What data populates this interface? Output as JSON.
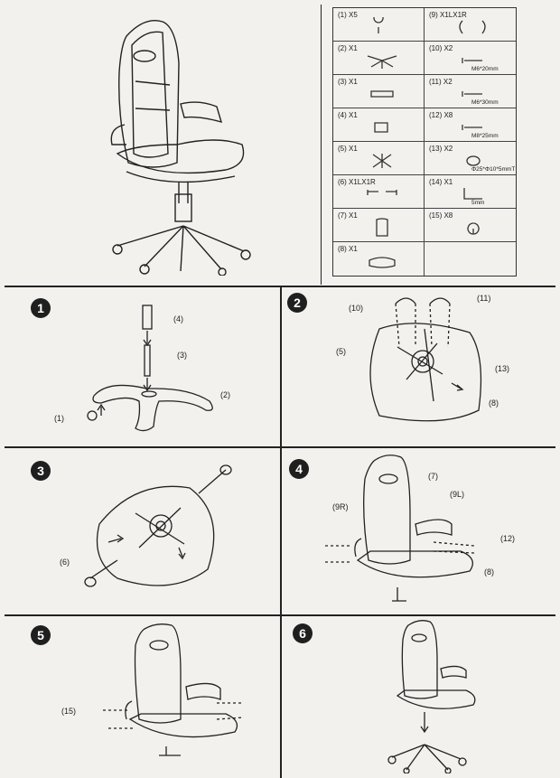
{
  "parts_table": [
    {
      "qty": "(1)  X5",
      "spec": ""
    },
    {
      "qty": "(9)  X1LX1R",
      "spec": ""
    },
    {
      "qty": "(2)  X1",
      "spec": ""
    },
    {
      "qty": "(10)  X2",
      "spec": "M6*20mm"
    },
    {
      "qty": "(3)  X1",
      "spec": ""
    },
    {
      "qty": "(11)  X2",
      "spec": "M6*30mm"
    },
    {
      "qty": "(4)  X1",
      "spec": ""
    },
    {
      "qty": "(12)  X8",
      "spec": "M8*25mm"
    },
    {
      "qty": "(5)  X1",
      "spec": ""
    },
    {
      "qty": "(13)  X2",
      "spec": "Φ25*Φ10*5mmT"
    },
    {
      "qty": "(6)  X1LX1R",
      "spec": ""
    },
    {
      "qty": "(14)  X1",
      "spec": "5mm"
    },
    {
      "qty": "(7)  X1",
      "spec": ""
    },
    {
      "qty": "(15)  X8",
      "spec": ""
    },
    {
      "qty": "(8)  X1",
      "spec": ""
    },
    {
      "qty": "",
      "spec": ""
    }
  ],
  "steps": {
    "s1": {
      "num": "1",
      "labels": {
        "c4": "(4)",
        "c3": "(3)",
        "c2": "(2)",
        "c1": "(1)"
      }
    },
    "s2": {
      "num": "2",
      "labels": {
        "c10": "(10)",
        "c11": "(11)",
        "c5": "(5)",
        "c13": "(13)",
        "c8": "(8)"
      }
    },
    "s3": {
      "num": "3",
      "labels": {
        "c6": "(6)"
      }
    },
    "s4": {
      "num": "4",
      "labels": {
        "c7": "(7)",
        "c9r": "(9R)",
        "c9l": "(9L)",
        "c12": "(12)",
        "c8": "(8)"
      }
    },
    "s5": {
      "num": "5",
      "labels": {
        "c15": "(15)"
      }
    },
    "s6": {
      "num": "6",
      "labels": {}
    }
  }
}
